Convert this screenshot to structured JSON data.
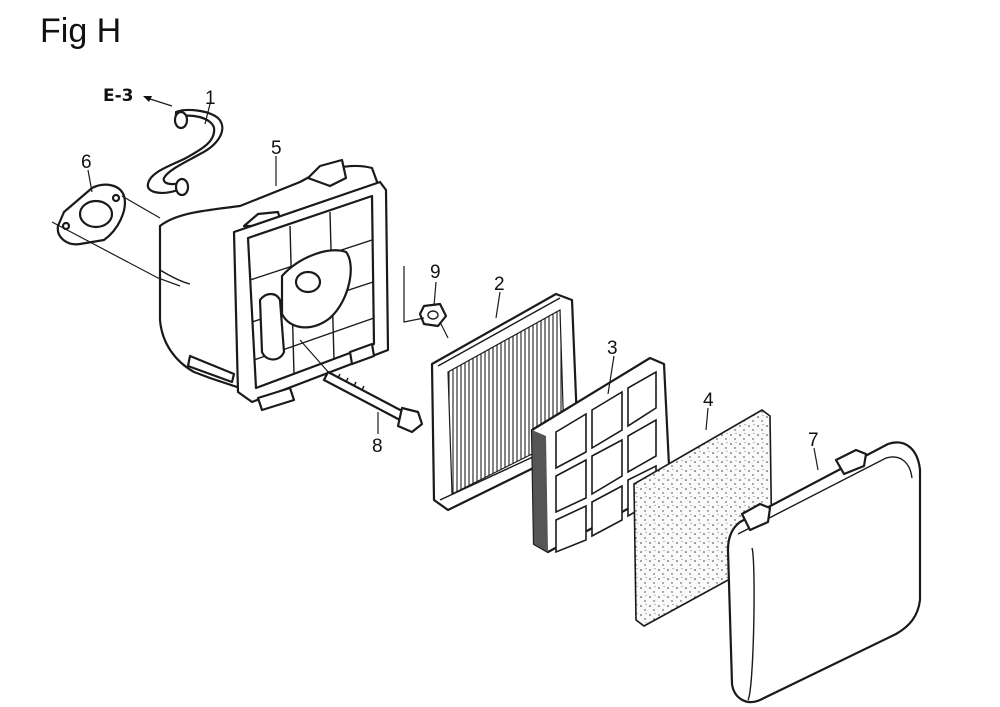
{
  "figure": {
    "title": "Fig H"
  },
  "reference": {
    "label": "E-3"
  },
  "callouts": [
    {
      "id": "1",
      "label": "1"
    },
    {
      "id": "2",
      "label": "2"
    },
    {
      "id": "3",
      "label": "3"
    },
    {
      "id": "4",
      "label": "4"
    },
    {
      "id": "5",
      "label": "5"
    },
    {
      "id": "6",
      "label": "6"
    },
    {
      "id": "7",
      "label": "7"
    },
    {
      "id": "8",
      "label": "8"
    },
    {
      "id": "9",
      "label": "9"
    }
  ],
  "colors": {
    "line": "#1a1a1a",
    "background": "#ffffff"
  }
}
